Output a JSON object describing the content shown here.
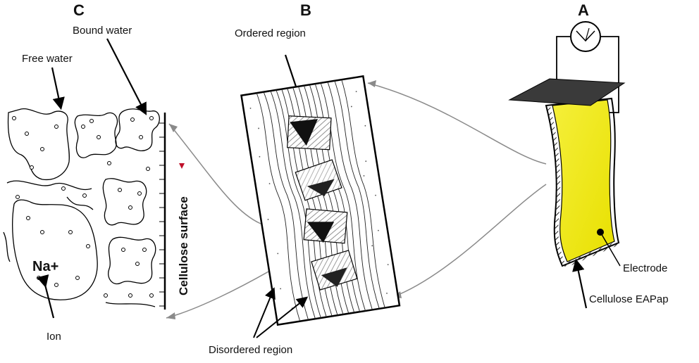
{
  "panels": {
    "a": {
      "letter": "A"
    },
    "b": {
      "letter": "B"
    },
    "c": {
      "letter": "C"
    }
  },
  "labels": {
    "bound_water": "Bound water",
    "free_water": "Free water",
    "ion_symbol": "Na+",
    "ion": "Ion",
    "cellulose_surface": "Cellulose surface",
    "ordered_region": "Ordered region",
    "disordered_region": "Disordered region",
    "electrode": "Electrode",
    "cellulose_eapap": "Cellulose EAPap"
  },
  "colors": {
    "film_fill": "#e8e000",
    "film_highlight": "#f5ef3a",
    "electrode_plate": "#3a3a3a",
    "connector_lines": "#8a8a8a",
    "ion_marker": "#c0102a"
  },
  "icons": {
    "meter": "voltmeter-icon"
  }
}
